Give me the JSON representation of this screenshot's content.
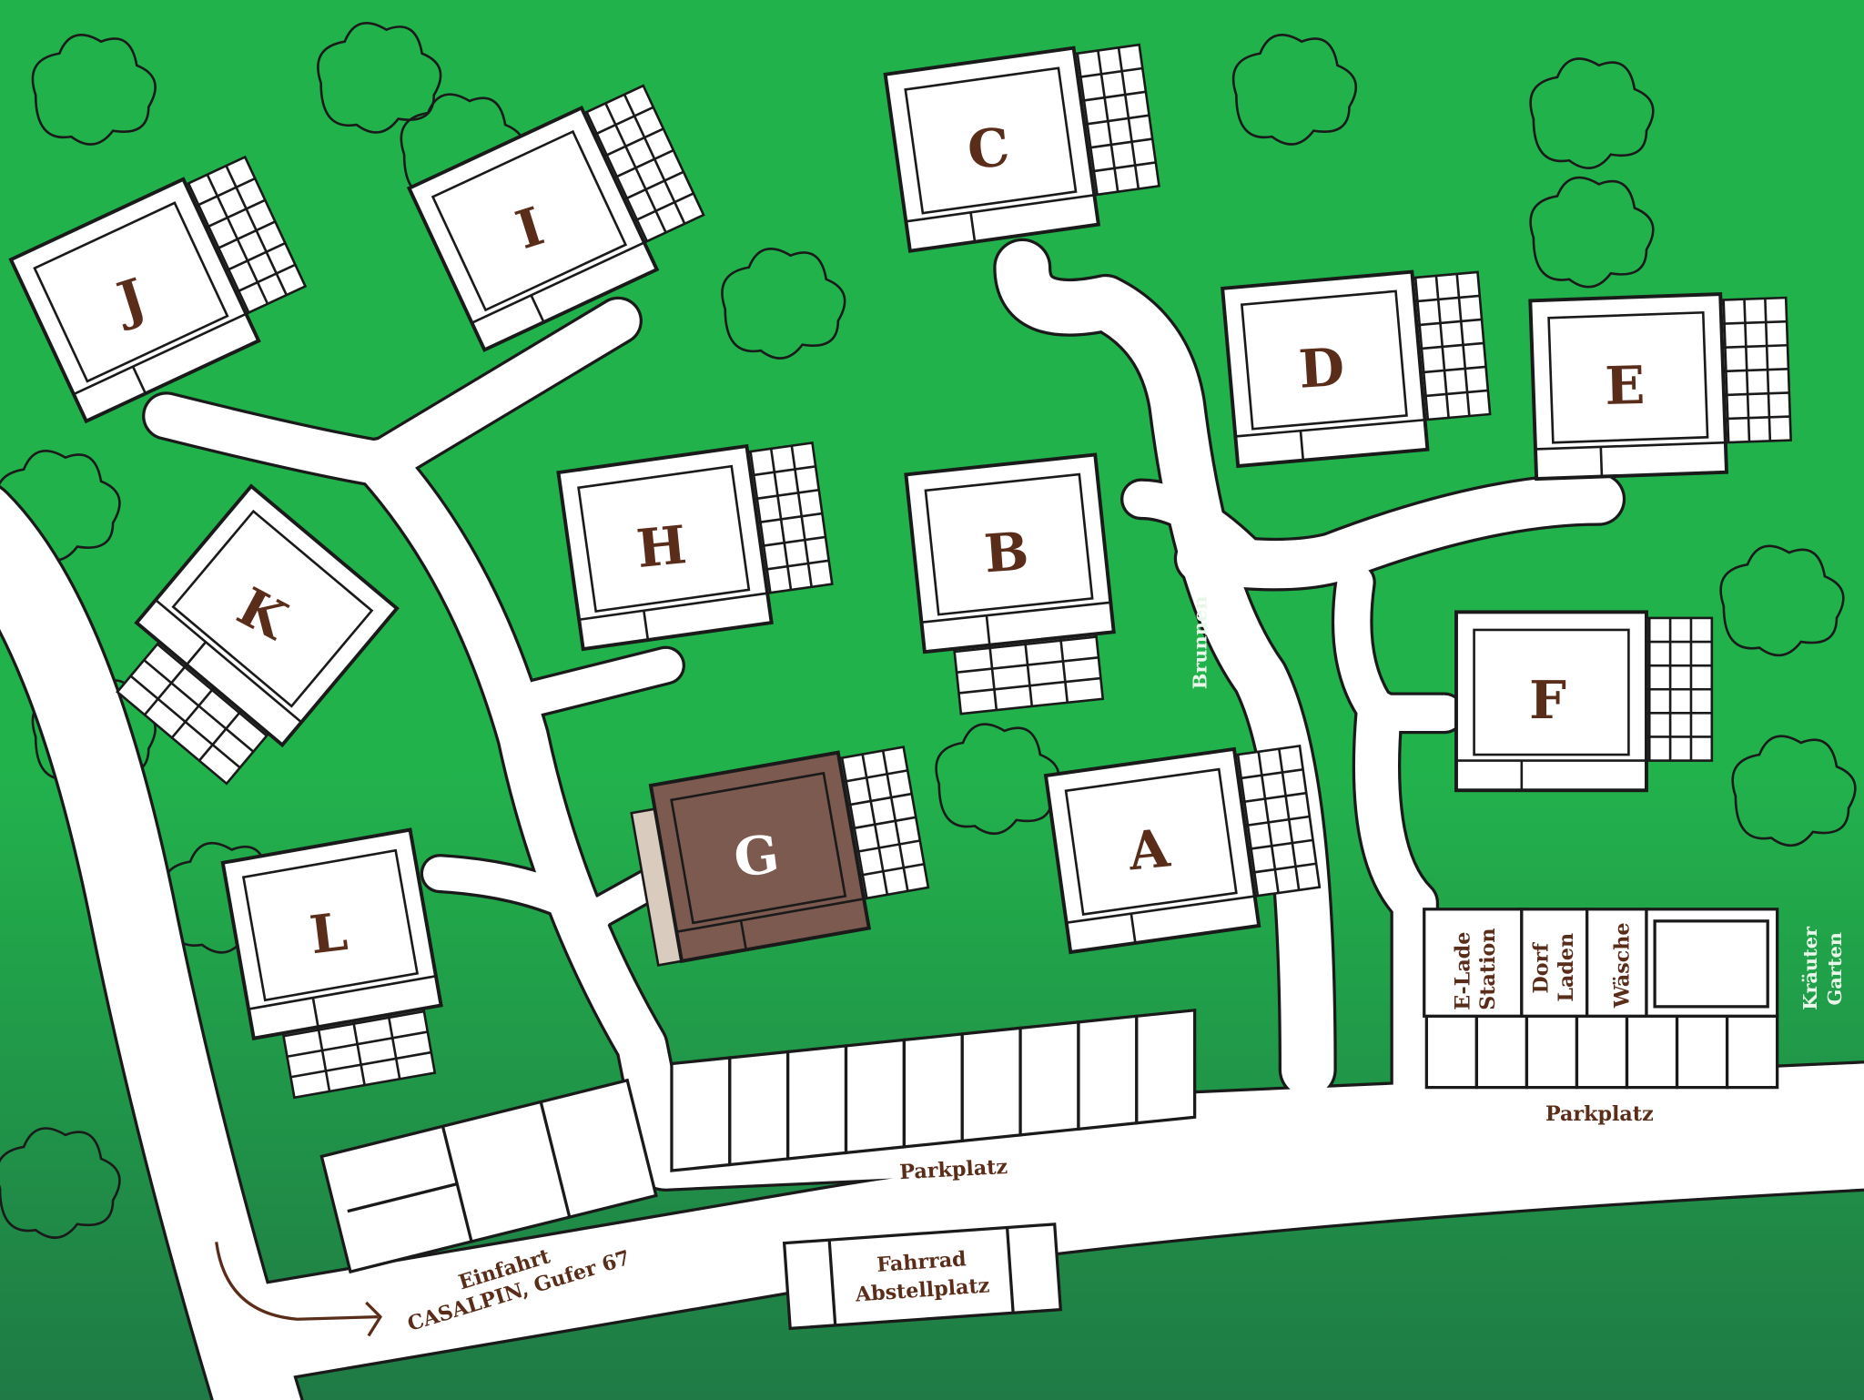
{
  "map": {
    "buildings": [
      {
        "id": "A",
        "label": "A"
      },
      {
        "id": "B",
        "label": "B"
      },
      {
        "id": "C",
        "label": "C"
      },
      {
        "id": "D",
        "label": "D"
      },
      {
        "id": "E",
        "label": "E"
      },
      {
        "id": "F",
        "label": "F"
      },
      {
        "id": "G",
        "label": "G",
        "highlighted": true
      },
      {
        "id": "H",
        "label": "H"
      },
      {
        "id": "I",
        "label": "I"
      },
      {
        "id": "J",
        "label": "J"
      },
      {
        "id": "K",
        "label": "K"
      },
      {
        "id": "L",
        "label": "L"
      }
    ],
    "places": {
      "brunnen": "Brunnen",
      "parkplatz_main": "Parkplatz",
      "parkplatz_east": "Parkplatz",
      "e_lade_1": "E-Lade",
      "e_lade_2": "Station",
      "dorf_1": "Dorf",
      "dorf_2": "Laden",
      "waesche": "Wäsche",
      "kraeuter_1": "Kräuter",
      "kraeuter_2": "Garten",
      "fahrrad_1": "Fahrrad",
      "fahrrad_2": "Abstellplatz",
      "einfahrt_1": "Einfahrt",
      "einfahrt_2": "CASALPIN, Gufer 67"
    },
    "colors": {
      "grass_top": "#22b24c",
      "grass_bottom": "#1f7a45",
      "road": "#ffffff",
      "outline": "#1a1a1a",
      "text": "#5a2d1a",
      "highlight_building": "#7d5a4f",
      "highlight_annex": "#d9cbbd"
    }
  }
}
